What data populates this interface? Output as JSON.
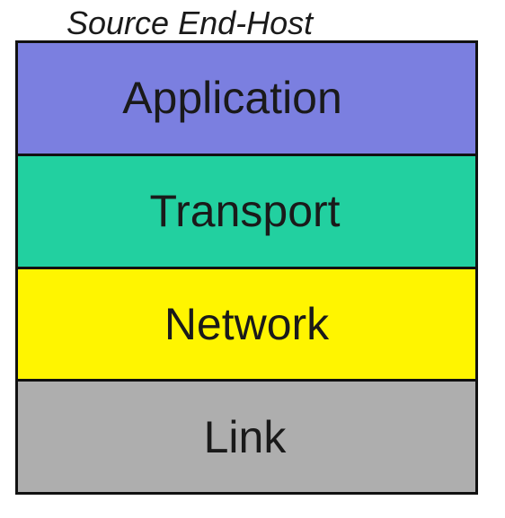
{
  "diagram": {
    "title": "Source End-Host",
    "layers": [
      {
        "label": "Application",
        "color": "#7b7fe0"
      },
      {
        "label": "Transport",
        "color": "#22d0a0"
      },
      {
        "label": "Network",
        "color": "#fff500"
      },
      {
        "label": "Link",
        "color": "#aeaeae"
      }
    ]
  }
}
